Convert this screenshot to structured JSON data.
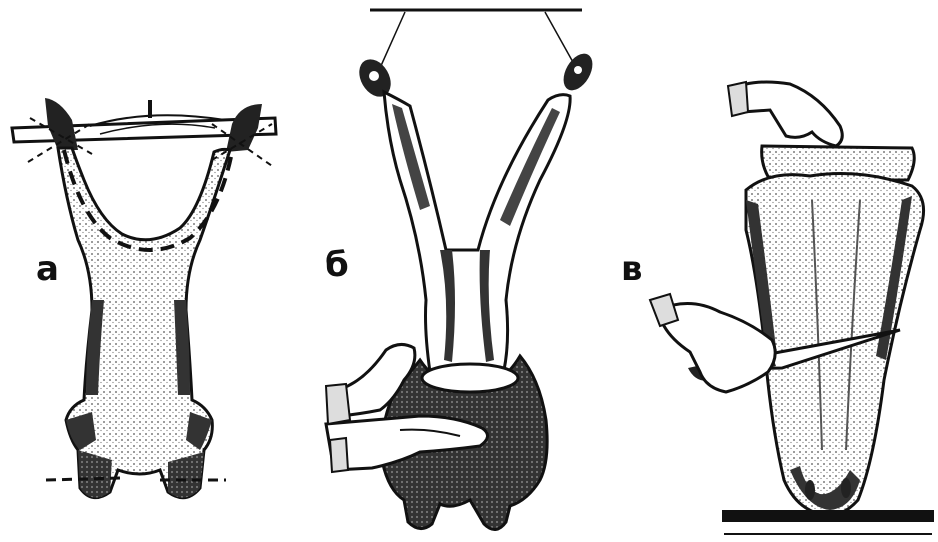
{
  "panels": [
    {
      "id": "a",
      "label": "а"
    },
    {
      "id": "b",
      "label": "б"
    },
    {
      "id": "c",
      "label": "в"
    }
  ],
  "colors": {
    "ink": "#111111",
    "fur": "#4a4a4a",
    "paper": "#ffffff"
  }
}
